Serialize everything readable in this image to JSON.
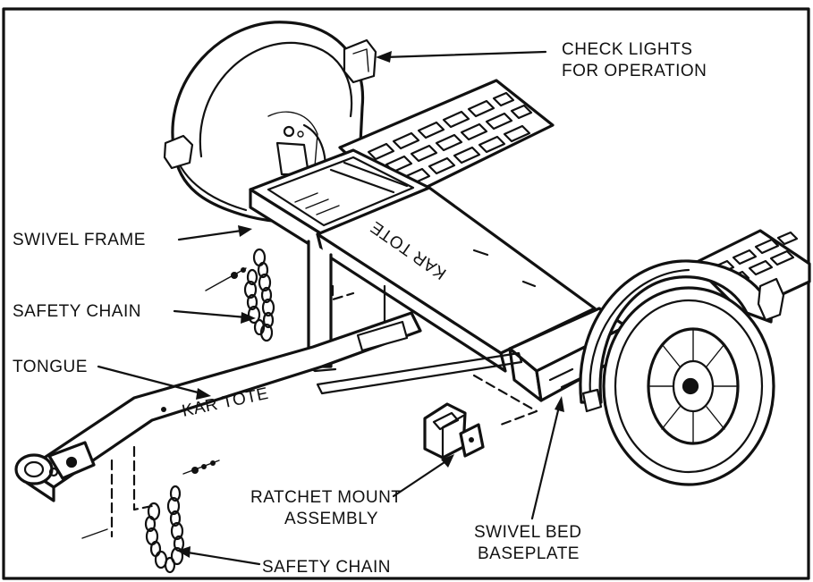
{
  "labels": {
    "check_lights": [
      "CHECK LIGHTS",
      "FOR OPERATION"
    ],
    "swivel_frame": "SWIVEL FRAME",
    "safety_chain_upper": "SAFETY CHAIN",
    "tongue": "TONGUE",
    "ratchet_mount": [
      "RATCHET MOUNT",
      "ASSEMBLY"
    ],
    "swivel_bed": [
      "SWIVEL BED",
      "BASEPLATE"
    ],
    "safety_chain_lower": "SAFETY CHAIN",
    "tongue_decal": "KAR TOTE",
    "bed_decal": "KAR TOTE"
  },
  "colors": {
    "ink": "#111111",
    "paper": "#ffffff"
  }
}
